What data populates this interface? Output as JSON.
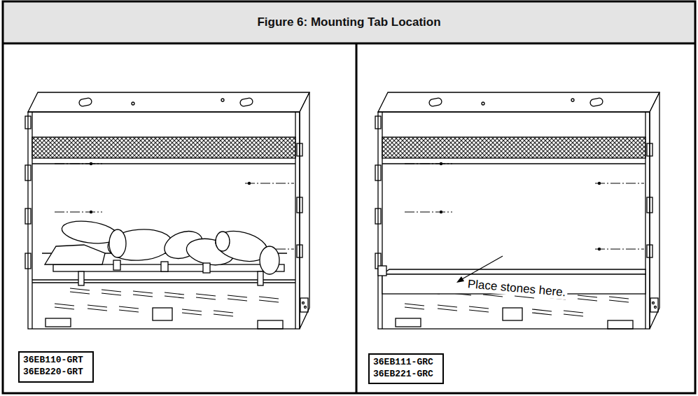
{
  "diagram": {
    "title": "Figure 6: Mounting Tab Location",
    "nodes": [
      {
        "text": [
          "36EB110-GRT",
          "36EB220-GRT"
        ]
      },
      {
        "text": [
          "36EB111-GRC",
          "36EB221-GRC"
        ]
      }
    ],
    "labels": [
      "Place stones here."
    ]
  }
}
